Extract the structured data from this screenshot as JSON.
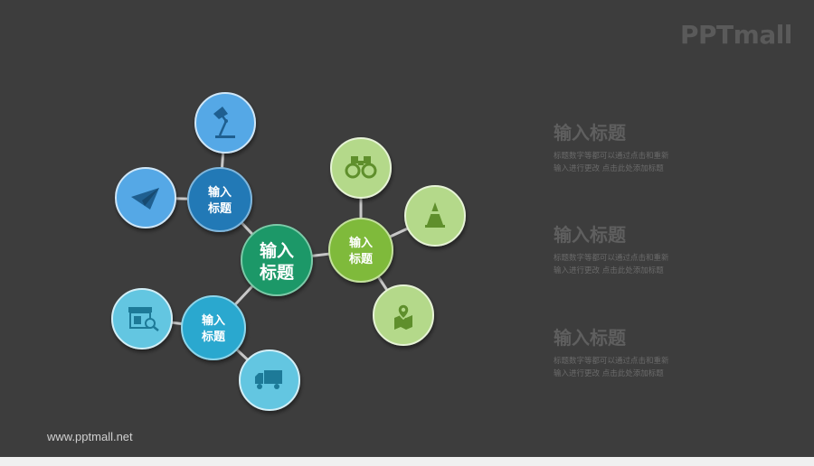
{
  "brand": {
    "logo_text": "PPTmall",
    "website": "www.pptmall.net"
  },
  "center": {
    "label_lines": [
      "输入",
      "标题"
    ]
  },
  "hubs": {
    "dark_blue": {
      "label_lines": [
        "输入",
        "标题"
      ]
    },
    "cyan": {
      "label_lines": [
        "输入",
        "标题"
      ]
    },
    "green": {
      "label_lines": [
        "输入",
        "标题"
      ]
    }
  },
  "icons": [
    "desk-lamp-icon",
    "paper-plane-icon",
    "shop-search-icon",
    "truck-icon",
    "binoculars-icon",
    "traffic-cone-icon",
    "map-pin-icon"
  ],
  "text_blocks": [
    {
      "title": "输入标题",
      "line1": "标题数字等都可以通过点击和重新",
      "line2": "输入进行更改 点击此处添加标题"
    },
    {
      "title": "输入标题",
      "line1": "标题数字等都可以通过点击和重新",
      "line2": "输入进行更改 点击此处添加标题"
    },
    {
      "title": "输入标题",
      "line1": "标题数字等都可以通过点击和重新",
      "line2": "输入进行更改 点击此处添加标题"
    }
  ],
  "colors": {
    "background": "#3d3d3d",
    "center": "#1a9868",
    "dark_blue_hub": "#2279b6",
    "light_blue_leaf": "#55a8e6",
    "cyan_hub": "#2aa8cf",
    "cyan_leaf": "#64c6e1",
    "green_hub": "#7fba3a",
    "green_leaf": "#b4d98a",
    "connector": "#c8c8c8"
  }
}
